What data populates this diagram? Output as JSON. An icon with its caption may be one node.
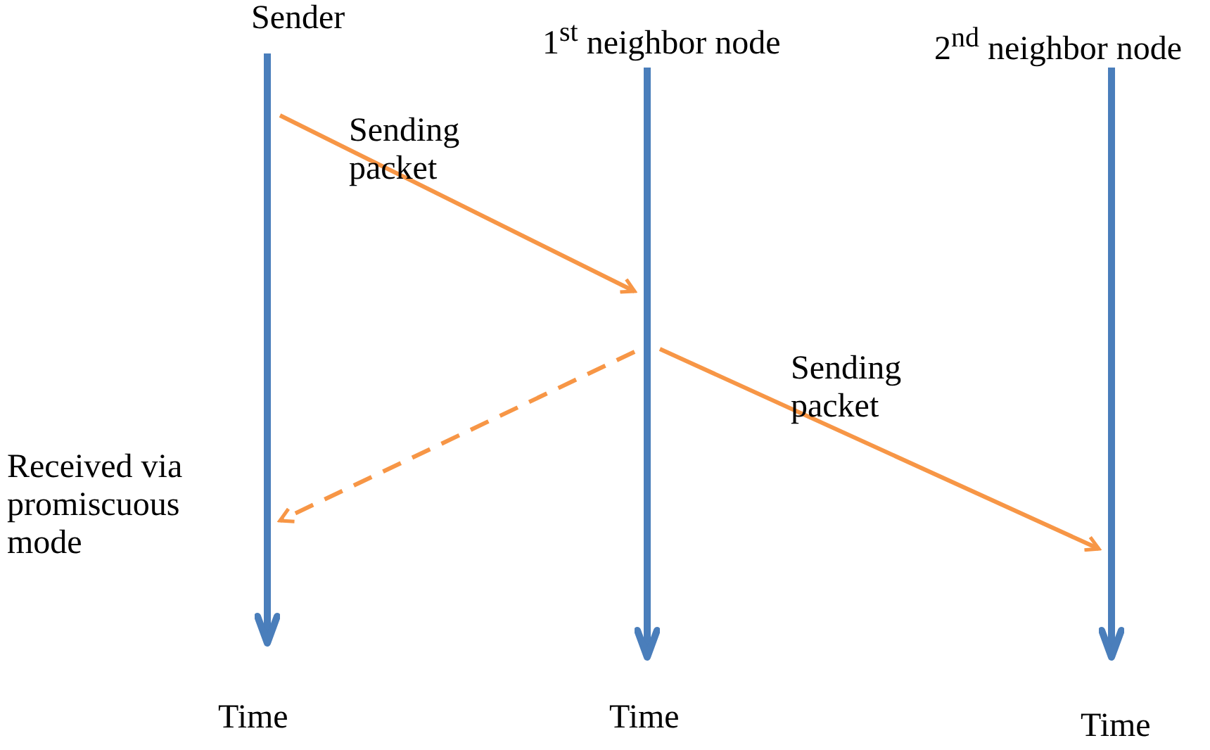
{
  "diagram": {
    "nodes": [
      {
        "text": [
          "Sender"
        ],
        "beside": [
          "Time"
        ]
      },
      {
        "text": [
          "1$^{st}$ neighbor node"
        ],
        "beside": [
          "Time"
        ]
      },
      {
        "text": [
          "2$^{nd}$ neighbor node"
        ],
        "beside": [
          "Time"
        ]
      }
    ],
    "edges": [
      {
        "from": 0,
        "to": 1,
        "arrow": "to",
        "label": "Sending packet"
      },
      {
        "from": 1,
        "to": 2,
        "arrow": "to",
        "label": "Sending packet"
      },
      {
        "from": 1,
        "to": 0,
        "arrow": "to",
        "style": "dashed"
      }
    ],
    "labels": [
      "Received via promiscuous mode"
    ]
  }
}
